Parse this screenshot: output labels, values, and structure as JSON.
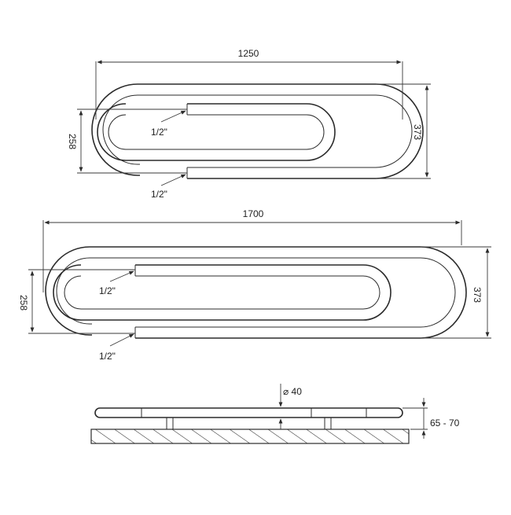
{
  "top_view_small": {
    "width_label": "1250",
    "height_label": "373",
    "spacing_label": "258",
    "inlet_label": "1/2\"",
    "outlet_label": "1/2\""
  },
  "top_view_large": {
    "width_label": "1700",
    "height_label": "373",
    "spacing_label": "258",
    "inlet_label": "1/2\"",
    "outlet_label": "1/2\""
  },
  "side_view": {
    "diameter_label": "⌀ 40",
    "wall_distance_label": "65 - 70"
  },
  "colors": {
    "line": "#2b2b2b",
    "background": "#ffffff"
  }
}
